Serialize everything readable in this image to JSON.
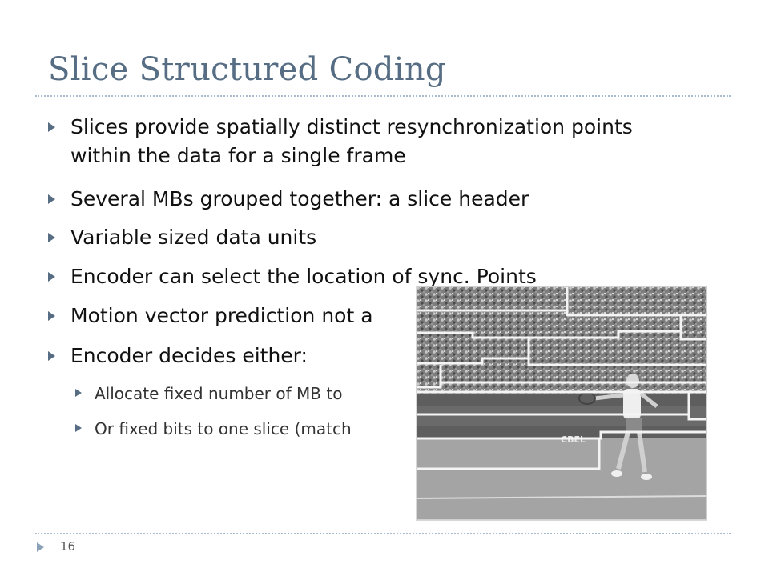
{
  "slide": {
    "title": "Slice Structured Coding",
    "page_number": "16"
  },
  "bullets": [
    {
      "level": 1,
      "lines": [
        "Slices provide spatially distinct resynchronization points",
        "within the data for a single frame"
      ]
    },
    {
      "level": 1,
      "lines": [
        "Several MBs grouped together: a slice header"
      ]
    },
    {
      "level": 1,
      "lines": [
        "Variable sized data units"
      ]
    },
    {
      "level": 1,
      "lines": [
        "Encoder can select the location of sync. Points"
      ]
    },
    {
      "level": 1,
      "lines": [
        "Motion vector prediction not a"
      ]
    },
    {
      "level": 1,
      "lines": [
        "Encoder decides either:"
      ]
    },
    {
      "level": 2,
      "lines": [
        "Allocate fixed number of MB to"
      ]
    },
    {
      "level": 2,
      "lines": [
        "Or fixed bits to one slice (match"
      ]
    }
  ],
  "image": {
    "watermark_text": "CBEL",
    "colors": {
      "crowd": "#7d7d7d",
      "court": "#a4a4a4",
      "wall": "#5e5e5e",
      "slice_border": "#f4f4f4"
    }
  },
  "icons": {
    "bullet": "triangle-right-icon",
    "footer": "triangle-right-icon"
  }
}
